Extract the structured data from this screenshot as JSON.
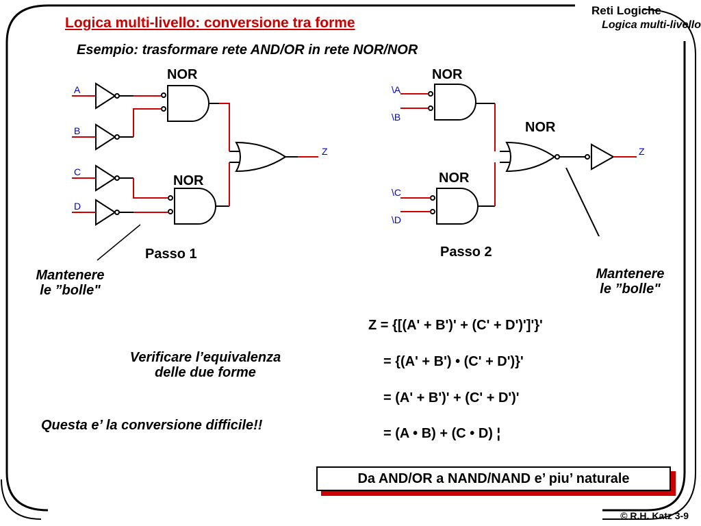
{
  "header": {
    "title": "Logica multi-livello: conversione tra forme",
    "course": "Reti Logiche",
    "topic": "Logica multi-livello"
  },
  "subtitle": "Esempio: trasformare rete AND/OR in rete NOR/NOR",
  "diagram1": {
    "inputs": [
      "A",
      "B",
      "C",
      "D"
    ],
    "output": "Z",
    "gate_top_label": "NOR",
    "gate_bottom_label": "NOR",
    "step_label": "Passo 1"
  },
  "diagram2": {
    "inputs": [
      "\\A",
      "\\B",
      "\\C",
      "\\D"
    ],
    "output": "Z",
    "gate_top_label": "NOR",
    "gate_mid_label": "NOR",
    "gate_bottom_label": "NOR",
    "step_label": "Passo 2"
  },
  "notes": {
    "keep_bubbles_left": [
      "Mantenere",
      "le ”bolle\""
    ],
    "keep_bubbles_right": [
      "Mantenere",
      "le ”bolle\""
    ],
    "verify": [
      "Verificare l’equivalenza",
      "delle due forme"
    ],
    "difficult": "Questa e’ la conversione difficile!!"
  },
  "equations": [
    "Z = {[(A' + B')' + (C' + D')']'}'",
    "= {(A' + B') • (C' + D')}'",
    "= (A' + B')' + (C' + D')'",
    "= (A • B) + (C • D) ¦"
  ],
  "callout": "Da AND/OR a NAND/NAND e’ piu’ naturale",
  "footer": "© R.H. Katz 3-9",
  "colors": {
    "accent": "#cc0000",
    "signal": "#0000cc",
    "ink": "#000000"
  }
}
